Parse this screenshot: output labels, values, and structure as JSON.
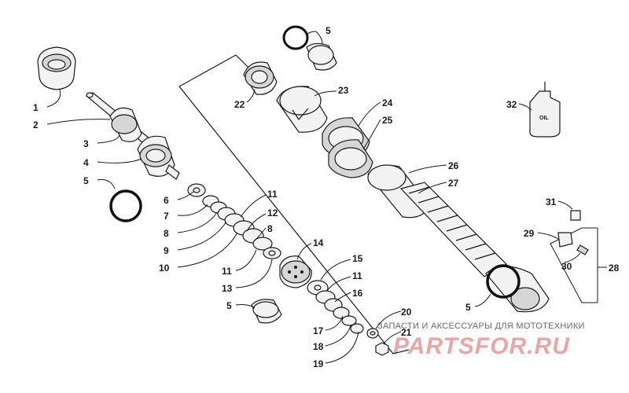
{
  "labels": {
    "l1": "1",
    "l2": "2",
    "l3": "3",
    "l4": "4",
    "l5a": "5",
    "l6": "6",
    "l7": "7",
    "l8a": "8",
    "l9": "9",
    "l10": "10",
    "l11a": "11",
    "l12": "12",
    "l8b": "8",
    "l14": "14",
    "l11b": "11",
    "l13": "13",
    "l15": "15",
    "l11c": "11",
    "l5b": "5",
    "l16": "16",
    "l17": "17",
    "l18": "18",
    "l19": "19",
    "l20": "20",
    "l21": "21",
    "l5c": "5",
    "l22": "22",
    "l23": "23",
    "l24": "24",
    "l25": "25",
    "l26": "26",
    "l27": "27",
    "l32": "32",
    "l31": "31",
    "l29": "29",
    "l30": "30",
    "l28": "28",
    "l5d": "5"
  },
  "oil_bottle_text": "OIL",
  "watermark": {
    "caption": "ЗАПАСТИ И АКСЕССУАРЫ ДЛЯ МОТОТЕХНИКИ",
    "logo": "PARTSFOR.RU"
  }
}
